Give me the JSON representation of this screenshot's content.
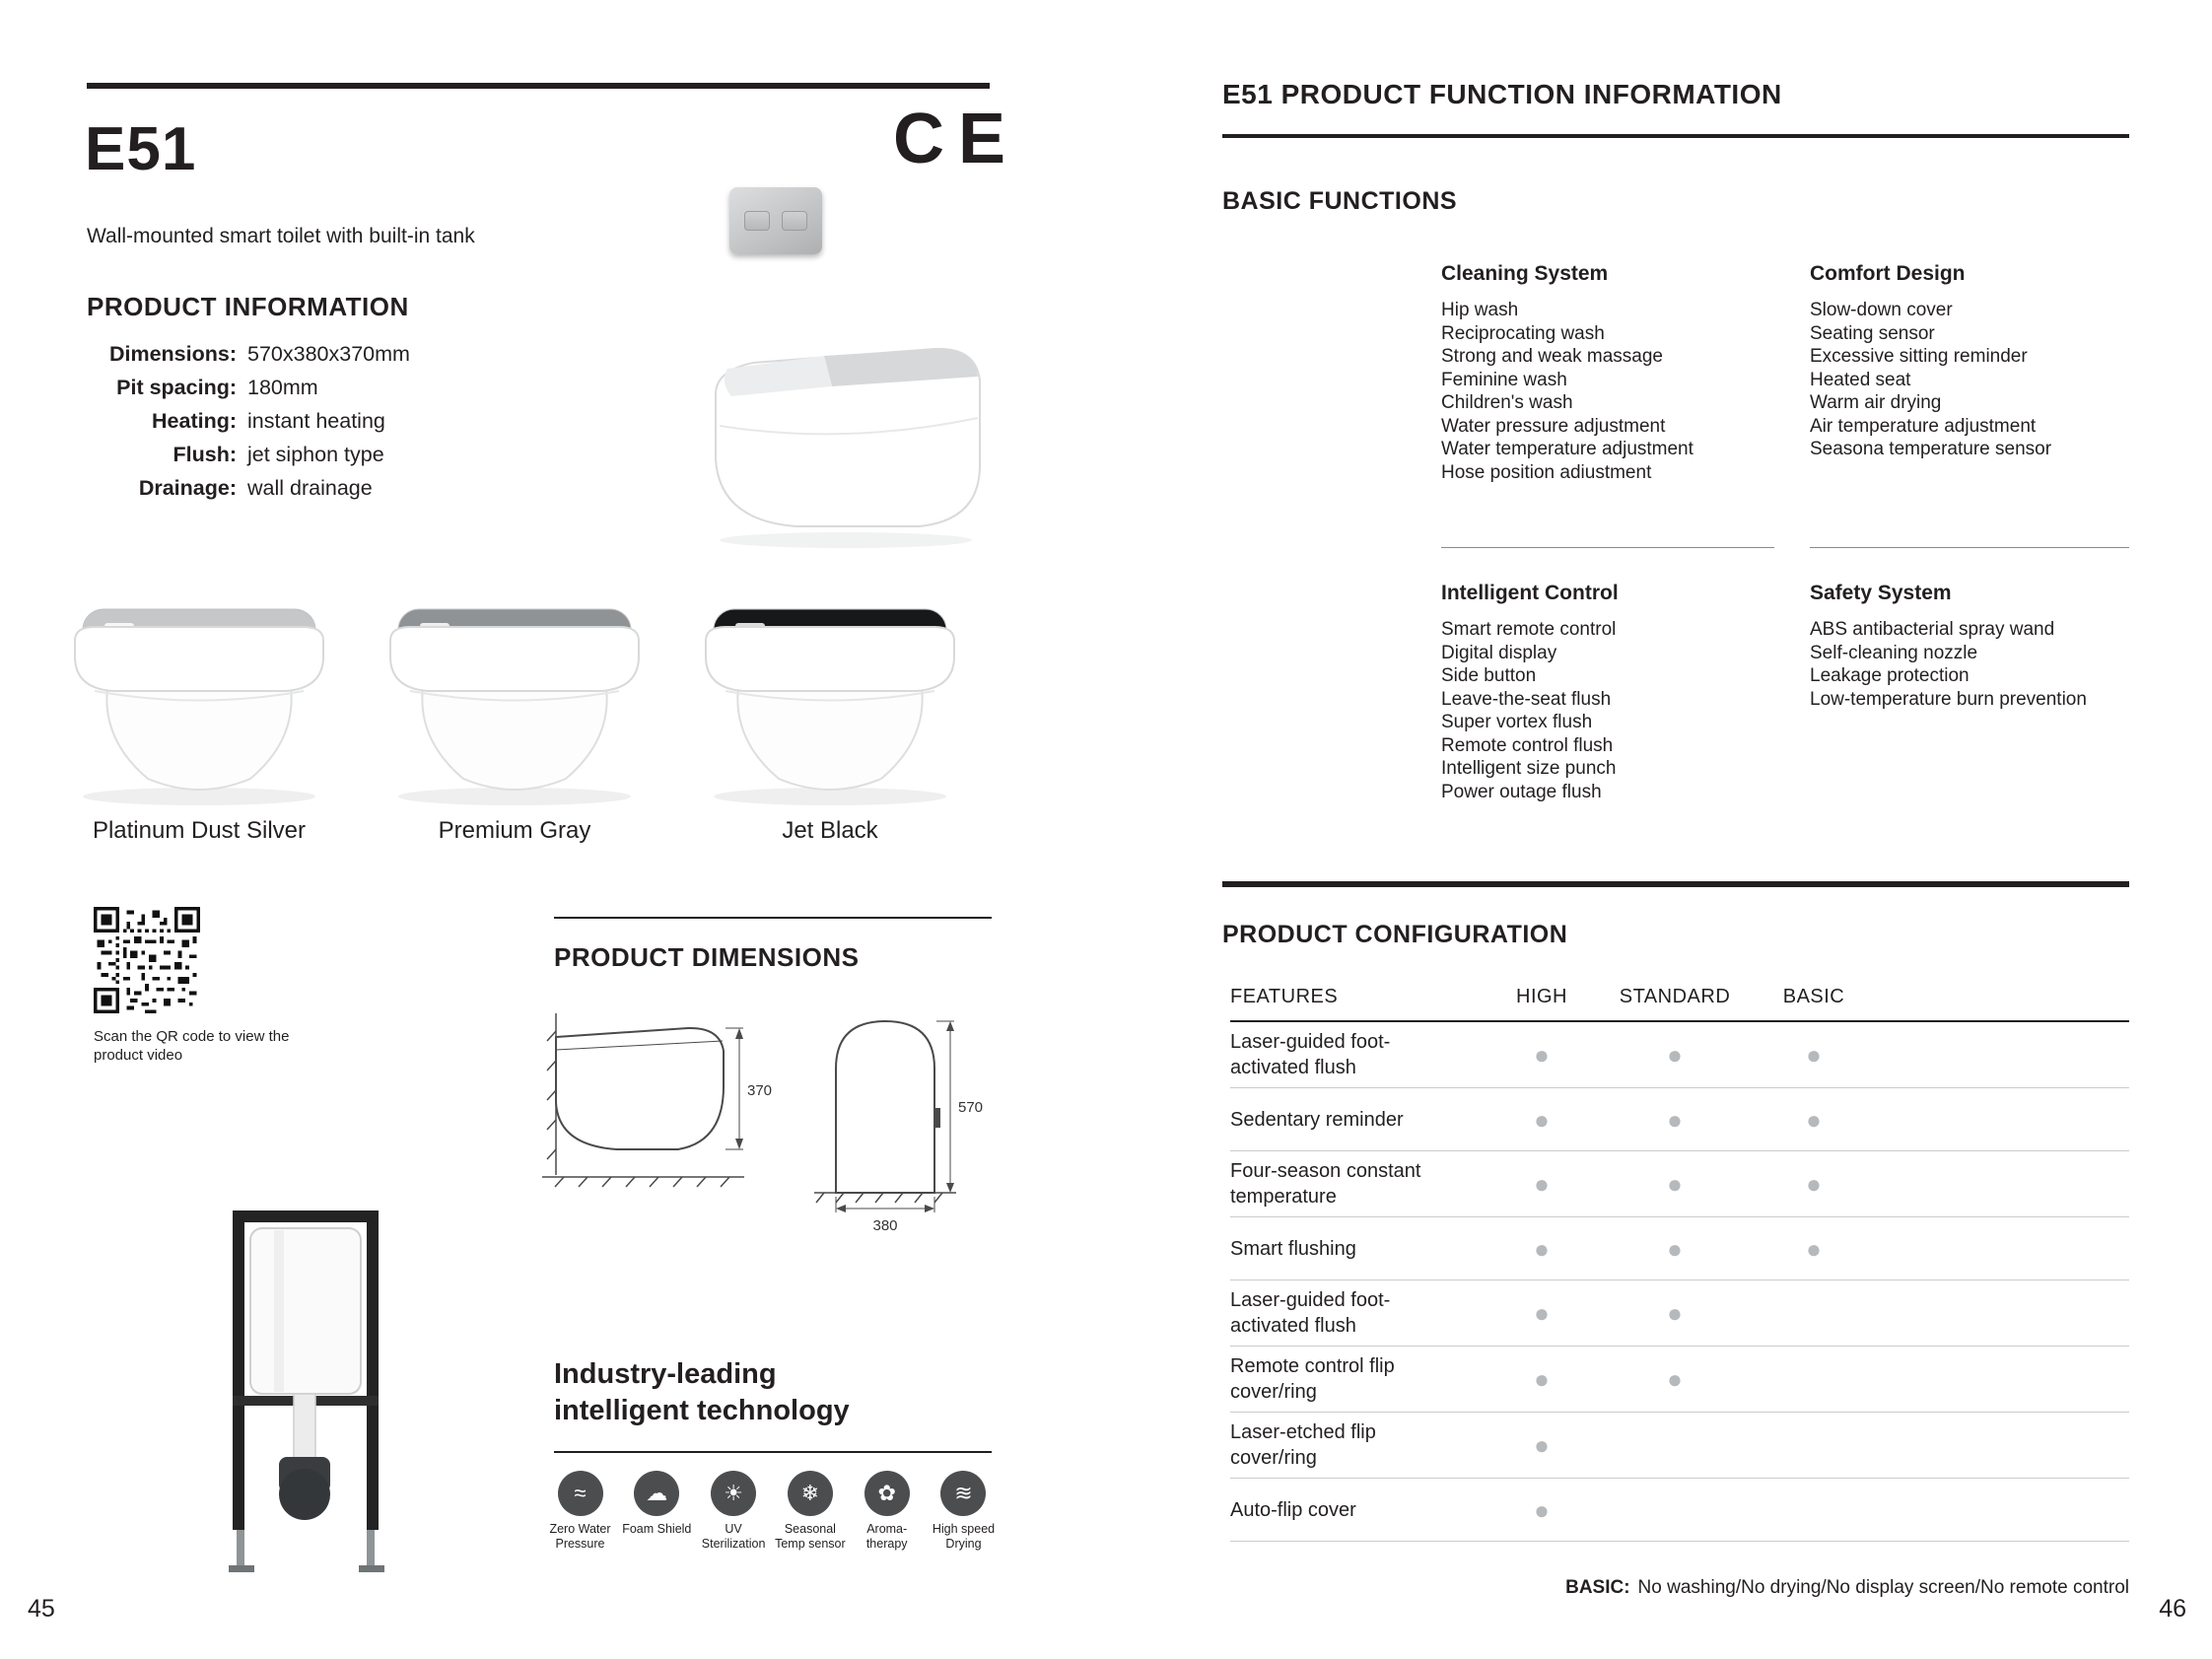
{
  "colors": {
    "ink": "#231f20",
    "config_dot": "#b5b9bc",
    "variant_silver": "#c5c7c9",
    "variant_gray": "#8f9396",
    "variant_black": "#17181a"
  },
  "left_page": {
    "page_number": "45",
    "model": "E51",
    "ce_mark": "CE",
    "subtitle": "Wall-mounted smart toilet with built-in tank",
    "product_information": {
      "title": "PRODUCT INFORMATION",
      "specs": [
        {
          "label": "Dimensions:",
          "value": "570x380x370mm"
        },
        {
          "label": "Pit spacing:",
          "value": "180mm"
        },
        {
          "label": "Heating:",
          "value": "instant heating"
        },
        {
          "label": "Flush:",
          "value": "jet siphon type"
        },
        {
          "label": "Drainage:",
          "value": "wall drainage"
        }
      ]
    },
    "variants": [
      {
        "name": "Platinum Dust Silver"
      },
      {
        "name": "Premium Gray"
      },
      {
        "name": "Jet Black"
      }
    ],
    "qr_caption": "Scan the QR code to view the product video",
    "dimensions_section": {
      "title": "PRODUCT DIMENSIONS",
      "height_mm": "370",
      "depth_mm": "570",
      "width_mm": "380"
    },
    "technology": {
      "title": "Industry-leading intelligent technology",
      "icons": [
        {
          "name": "zero-water-pressure-icon",
          "glyph": "≈",
          "label": "Zero Water Pressure"
        },
        {
          "name": "foam-shield-icon",
          "glyph": "☁",
          "label": "Foam Shield"
        },
        {
          "name": "uv-sterilization-icon",
          "glyph": "☀",
          "label": "UV Sterilization"
        },
        {
          "name": "seasonal-temp-sensor-icon",
          "glyph": "❄",
          "label": "Seasonal Temp sensor"
        },
        {
          "name": "aromatherapy-icon",
          "glyph": "✿",
          "label": "Aroma-therapy"
        },
        {
          "name": "high-speed-drying-icon",
          "glyph": "≋",
          "label": "High speed Drying"
        }
      ]
    }
  },
  "right_page": {
    "page_number": "46",
    "header": "E51 PRODUCT FUNCTION INFORMATION",
    "basic_functions": {
      "title": "BASIC FUNCTIONS",
      "groups": [
        {
          "title": "Cleaning System",
          "items": [
            "Hip wash",
            "Reciprocating wash",
            "Strong and weak massage",
            "Feminine wash",
            "Children's wash",
            "Water pressure adjustment",
            "Water temperature adjustment",
            "Hose position adiustment"
          ]
        },
        {
          "title": "Comfort Design",
          "items": [
            "Slow-down cover",
            "Seating sensor",
            "Excessive sitting reminder",
            "Heated seat",
            "Warm air drying",
            "Air temperature adjustment",
            "Seasona temperature sensor"
          ]
        },
        {
          "title": "Intelligent Control",
          "items": [
            "Smart remote control",
            "Digital display",
            "Side button",
            "Leave-the-seat flush",
            "Super vortex flush",
            "Remote control flush",
            "Intelligent size punch",
            "Power outage flush"
          ]
        },
        {
          "title": "Safety System",
          "items": [
            "ABS antibacterial spray wand",
            "Self-cleaning nozzle",
            "Leakage protection",
            "Low-temperature burn prevention"
          ]
        }
      ]
    },
    "configuration": {
      "title": "PRODUCT CONFIGURATION",
      "columns": [
        "FEATURES",
        "HIGH",
        "STANDARD",
        "BASIC"
      ],
      "rows": [
        {
          "feature": "Laser-guided foot-activated flush",
          "high": "●",
          "standard": "●",
          "basic": "●"
        },
        {
          "feature": "Sedentary reminder",
          "high": "●",
          "standard": "●",
          "basic": "●"
        },
        {
          "feature": "Four-season constant temperature",
          "high": "●",
          "standard": "●",
          "basic": "●"
        },
        {
          "feature": "Smart flushing",
          "high": "●",
          "standard": "●",
          "basic": "●"
        },
        {
          "feature": "Laser-guided foot-activated flush",
          "high": "●",
          "standard": "●",
          "basic": ""
        },
        {
          "feature": "Remote control flip cover/ring",
          "high": "●",
          "standard": "●",
          "basic": ""
        },
        {
          "feature": "Laser-etched flip cover/ring",
          "high": "●",
          "standard": "",
          "basic": ""
        },
        {
          "feature": "Auto-flip cover",
          "high": "●",
          "standard": "",
          "basic": ""
        }
      ],
      "footnote_label": "BASIC:",
      "footnote_text": "No washing/No drying/No display screen/No remote control"
    }
  }
}
